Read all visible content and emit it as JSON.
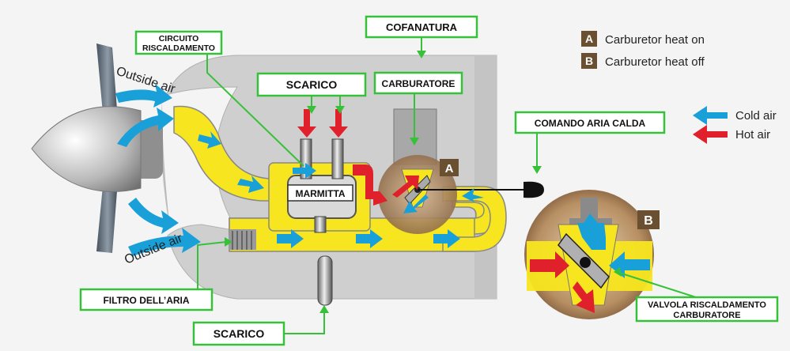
{
  "labels": {
    "cofanatura": "COFANATURA",
    "circuito_line1": "CIRCUITO",
    "circuito_line2": "RISCALDAMENTO",
    "scarico_top": "SCARICO",
    "carburatore": "CARBURATORE",
    "marmitta": "MARMITTA",
    "comando": "COMANDO ARIA CALDA",
    "filtro": "FILTRO DELL’ARIA",
    "scarico_bottom": "SCARICO",
    "valvola_line1": "VALVOLA RISCALDAMENTO",
    "valvola_line2": "CARBURATORE",
    "outside_air_top": "Outside air",
    "outside_air_bottom": "Outside air"
  },
  "legend": {
    "a_letter": "A",
    "a_text": "Carburetor heat on",
    "b_letter": "B",
    "b_text": "Carburetor heat off",
    "cold_text": "Cold air",
    "hot_text": "Hot air"
  },
  "colors": {
    "label_border": "#37c13a",
    "duct": "#f7e61f",
    "cold_air": "#1aa0d8",
    "hot_air": "#e0202a",
    "badge": "#6a4f31",
    "cowling": "#c8c8c8",
    "carb_body": "#a9a9a9"
  },
  "icons": [
    "propeller-icon",
    "spinner-icon",
    "control-knob-icon"
  ]
}
